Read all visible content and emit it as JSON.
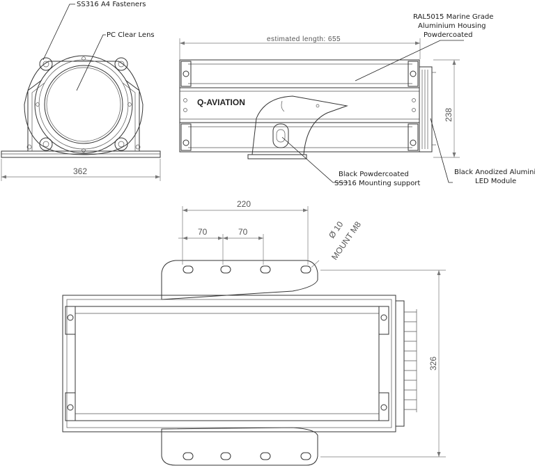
{
  "labels": {
    "fasteners": "SS316 A4 Fasteners",
    "lens": "PC Clear Lens",
    "housing_line1": "RAL5015 Marine Grade",
    "housing_line2": "Aluminium Housing",
    "housing_line3": "Powdercoated",
    "support_line1": "Black Powdercoated",
    "support_line2": "SS316 Mounting support",
    "module_line1": "Black Anodized Aluminium",
    "module_line2": "LED Module",
    "brand": "Q-AVIATION"
  },
  "dimensions": {
    "front_width": "362",
    "length": "estimated length: 655",
    "height": "238",
    "hole_span": "220",
    "hole_pitch_a": "70",
    "hole_pitch_b": "70",
    "hole_dia": "Ø 10",
    "mount": "MOUNT M8",
    "depth": "326"
  }
}
